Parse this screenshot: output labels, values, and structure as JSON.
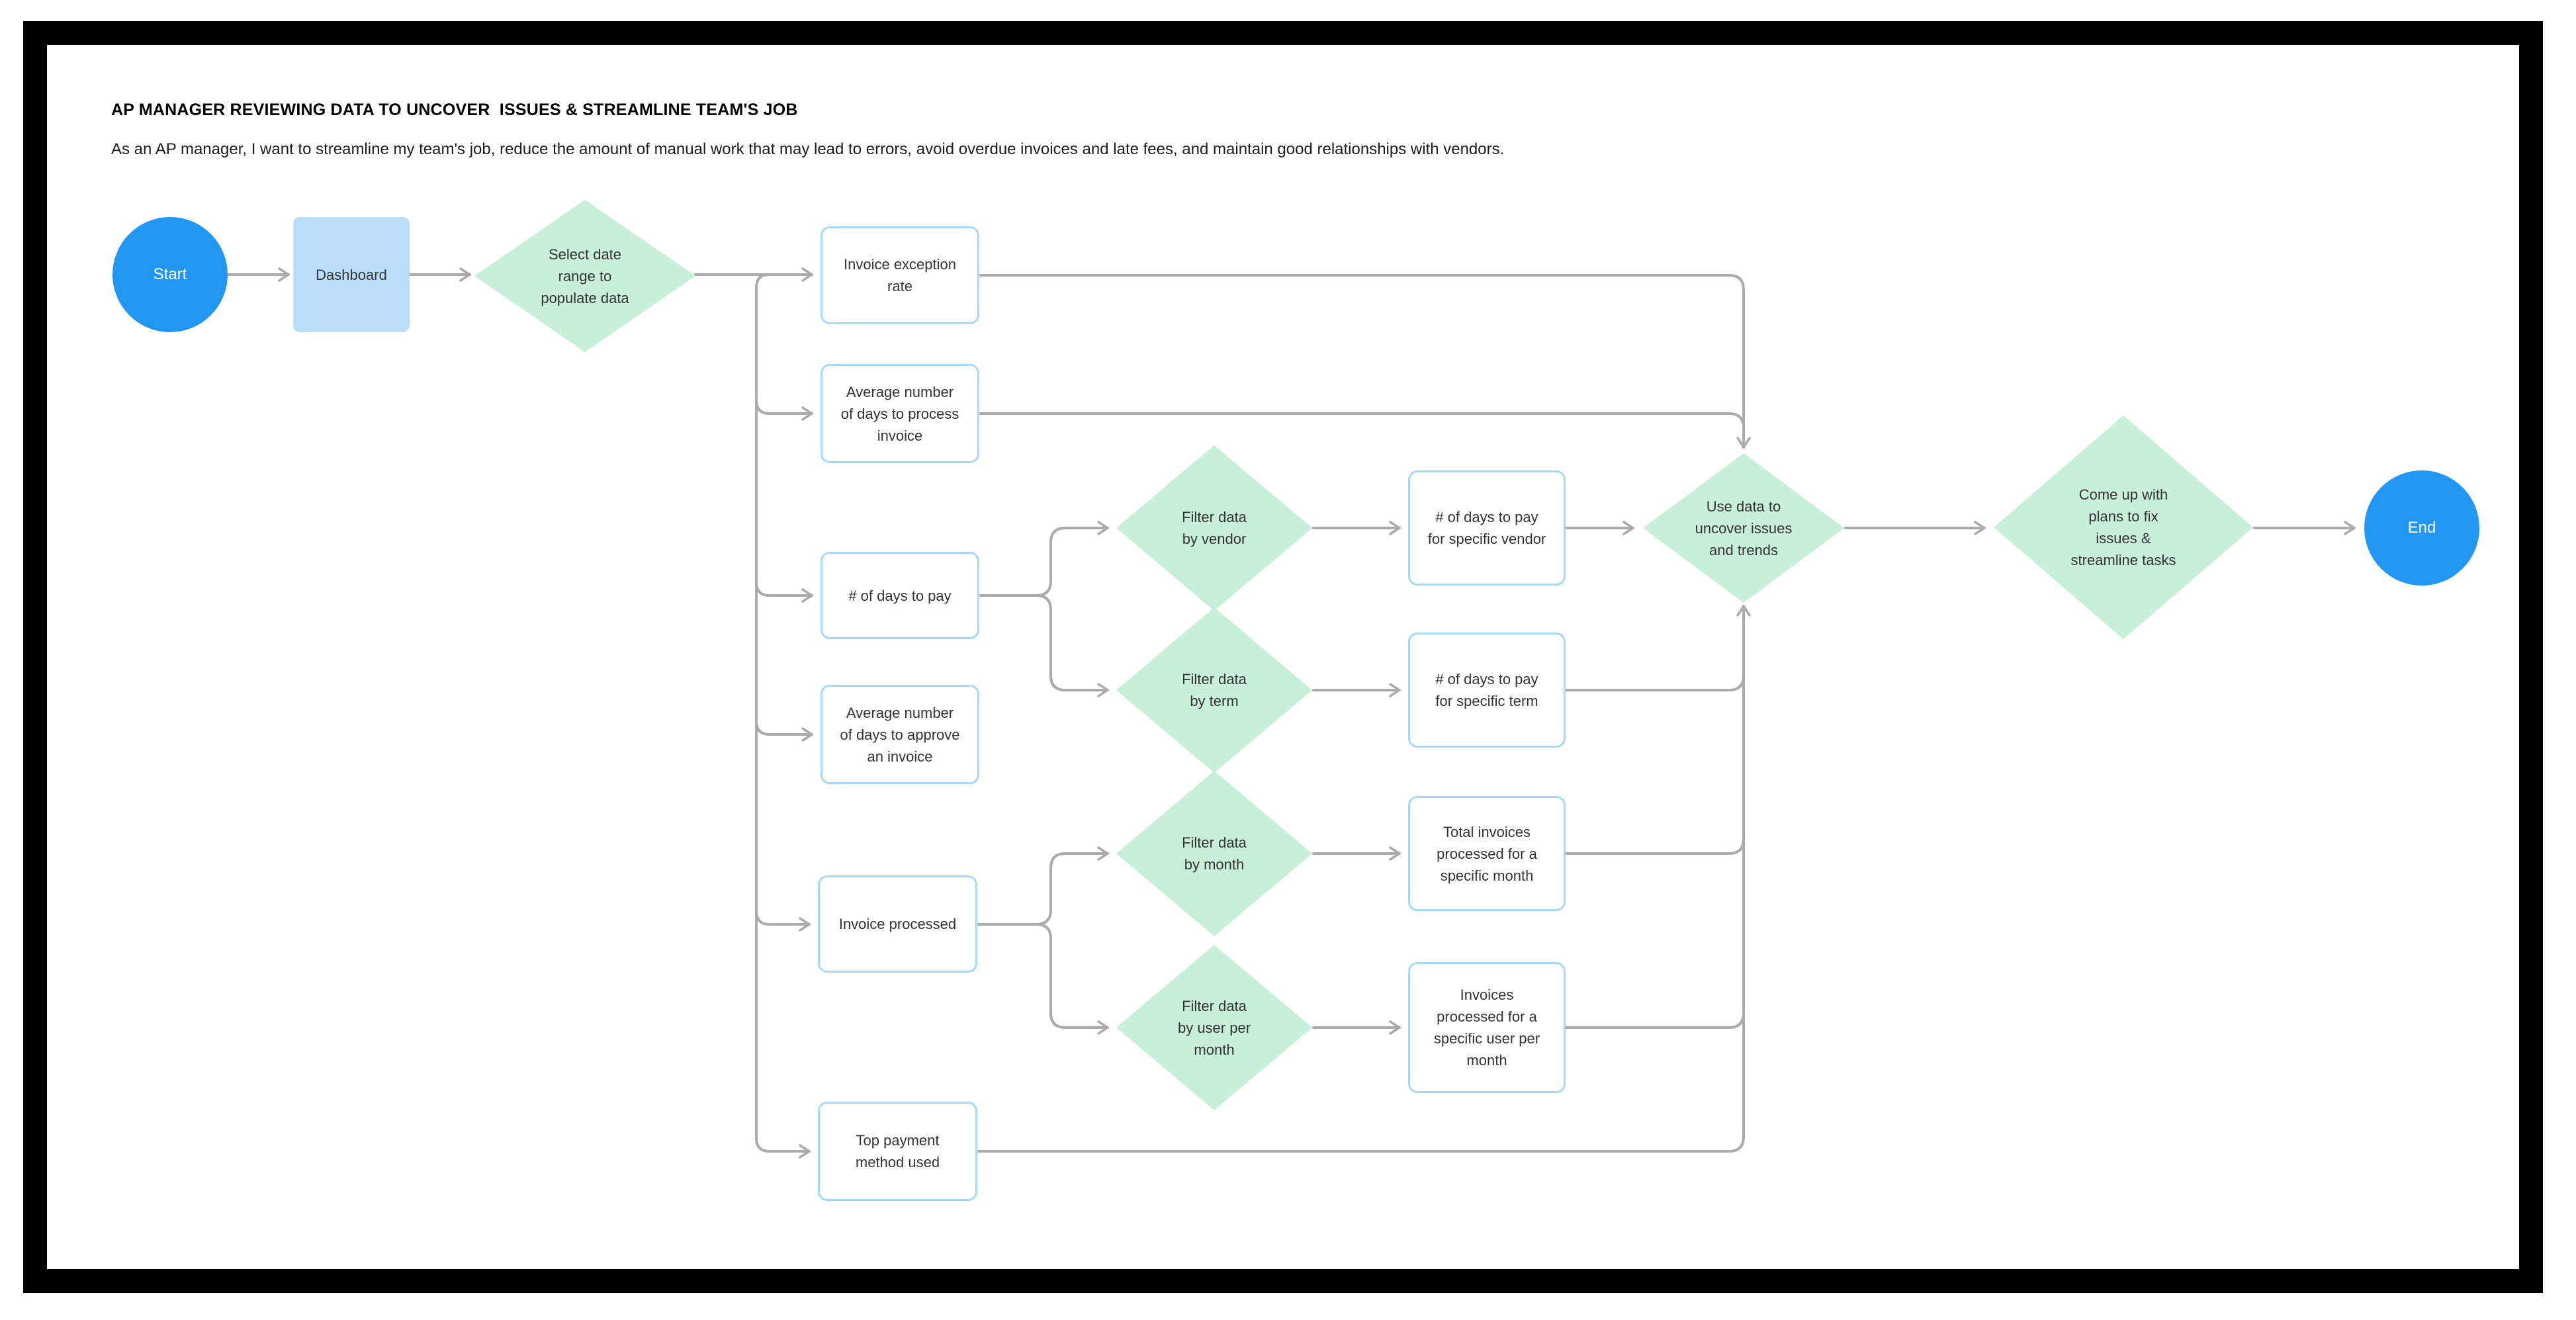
{
  "header": {
    "title": "AP MANAGER REVIEWING DATA TO UNCOVER  ISSUES & STREAMLINE TEAM'S JOB",
    "subtitle": "As an AP manager, I want to streamline my team's job, reduce the amount of manual work that may lead to errors, avoid overdue invoices and late fees, and maintain good relationships with vendors."
  },
  "nodes": {
    "start": {
      "label": "Start",
      "type": "terminal"
    },
    "dashboard": {
      "label": "Dashboard",
      "type": "process"
    },
    "select_date_range": {
      "label": "Select date\nrange to\npopulate data",
      "type": "decision"
    },
    "invoice_exception_rate": {
      "label": "Invoice exception\nrate",
      "type": "metric"
    },
    "avg_days_process": {
      "label": "Average number\nof days to process\ninvoice",
      "type": "metric"
    },
    "days_to_pay": {
      "label": "# of days to pay",
      "type": "metric"
    },
    "avg_days_approve": {
      "label": "Average number\nof days to approve\nan invoice",
      "type": "metric"
    },
    "invoice_processed": {
      "label": "Invoice processed",
      "type": "metric"
    },
    "top_payment_method": {
      "label": "Top payment\nmethod used",
      "type": "metric"
    },
    "filter_vendor": {
      "label": "Filter data\nby vendor",
      "type": "decision"
    },
    "filter_term": {
      "label": "Filter data\nby term",
      "type": "decision"
    },
    "filter_month": {
      "label": "Filter data\nby month",
      "type": "decision"
    },
    "filter_user_month": {
      "label": "Filter data\nby user per\nmonth",
      "type": "decision"
    },
    "days_pay_vendor": {
      "label": "# of days to pay\nfor specific vendor",
      "type": "metric"
    },
    "days_pay_term": {
      "label": "# of days to pay\nfor specific term",
      "type": "metric"
    },
    "total_invoices_month": {
      "label": "Total invoices\nprocessed for a\nspecific month",
      "type": "metric"
    },
    "invoices_user_month": {
      "label": "Invoices\nprocessed for a\nspecific user per\nmonth",
      "type": "metric"
    },
    "use_data": {
      "label": "Use data to\nuncover issues\nand trends",
      "type": "decision"
    },
    "make_plans": {
      "label": "Come up with\nplans to fix\nissues &\nstreamline tasks",
      "type": "decision"
    },
    "end": {
      "label": "End",
      "type": "terminal"
    }
  },
  "colors": {
    "terminal_fill": "#2196F3",
    "process_fill": "#BBDFFA",
    "decision_fill": "#C8EFD7",
    "metric_border": "#A7D9F8",
    "connector": "#ABABAB",
    "frame": "#000000",
    "text": "#333333"
  }
}
